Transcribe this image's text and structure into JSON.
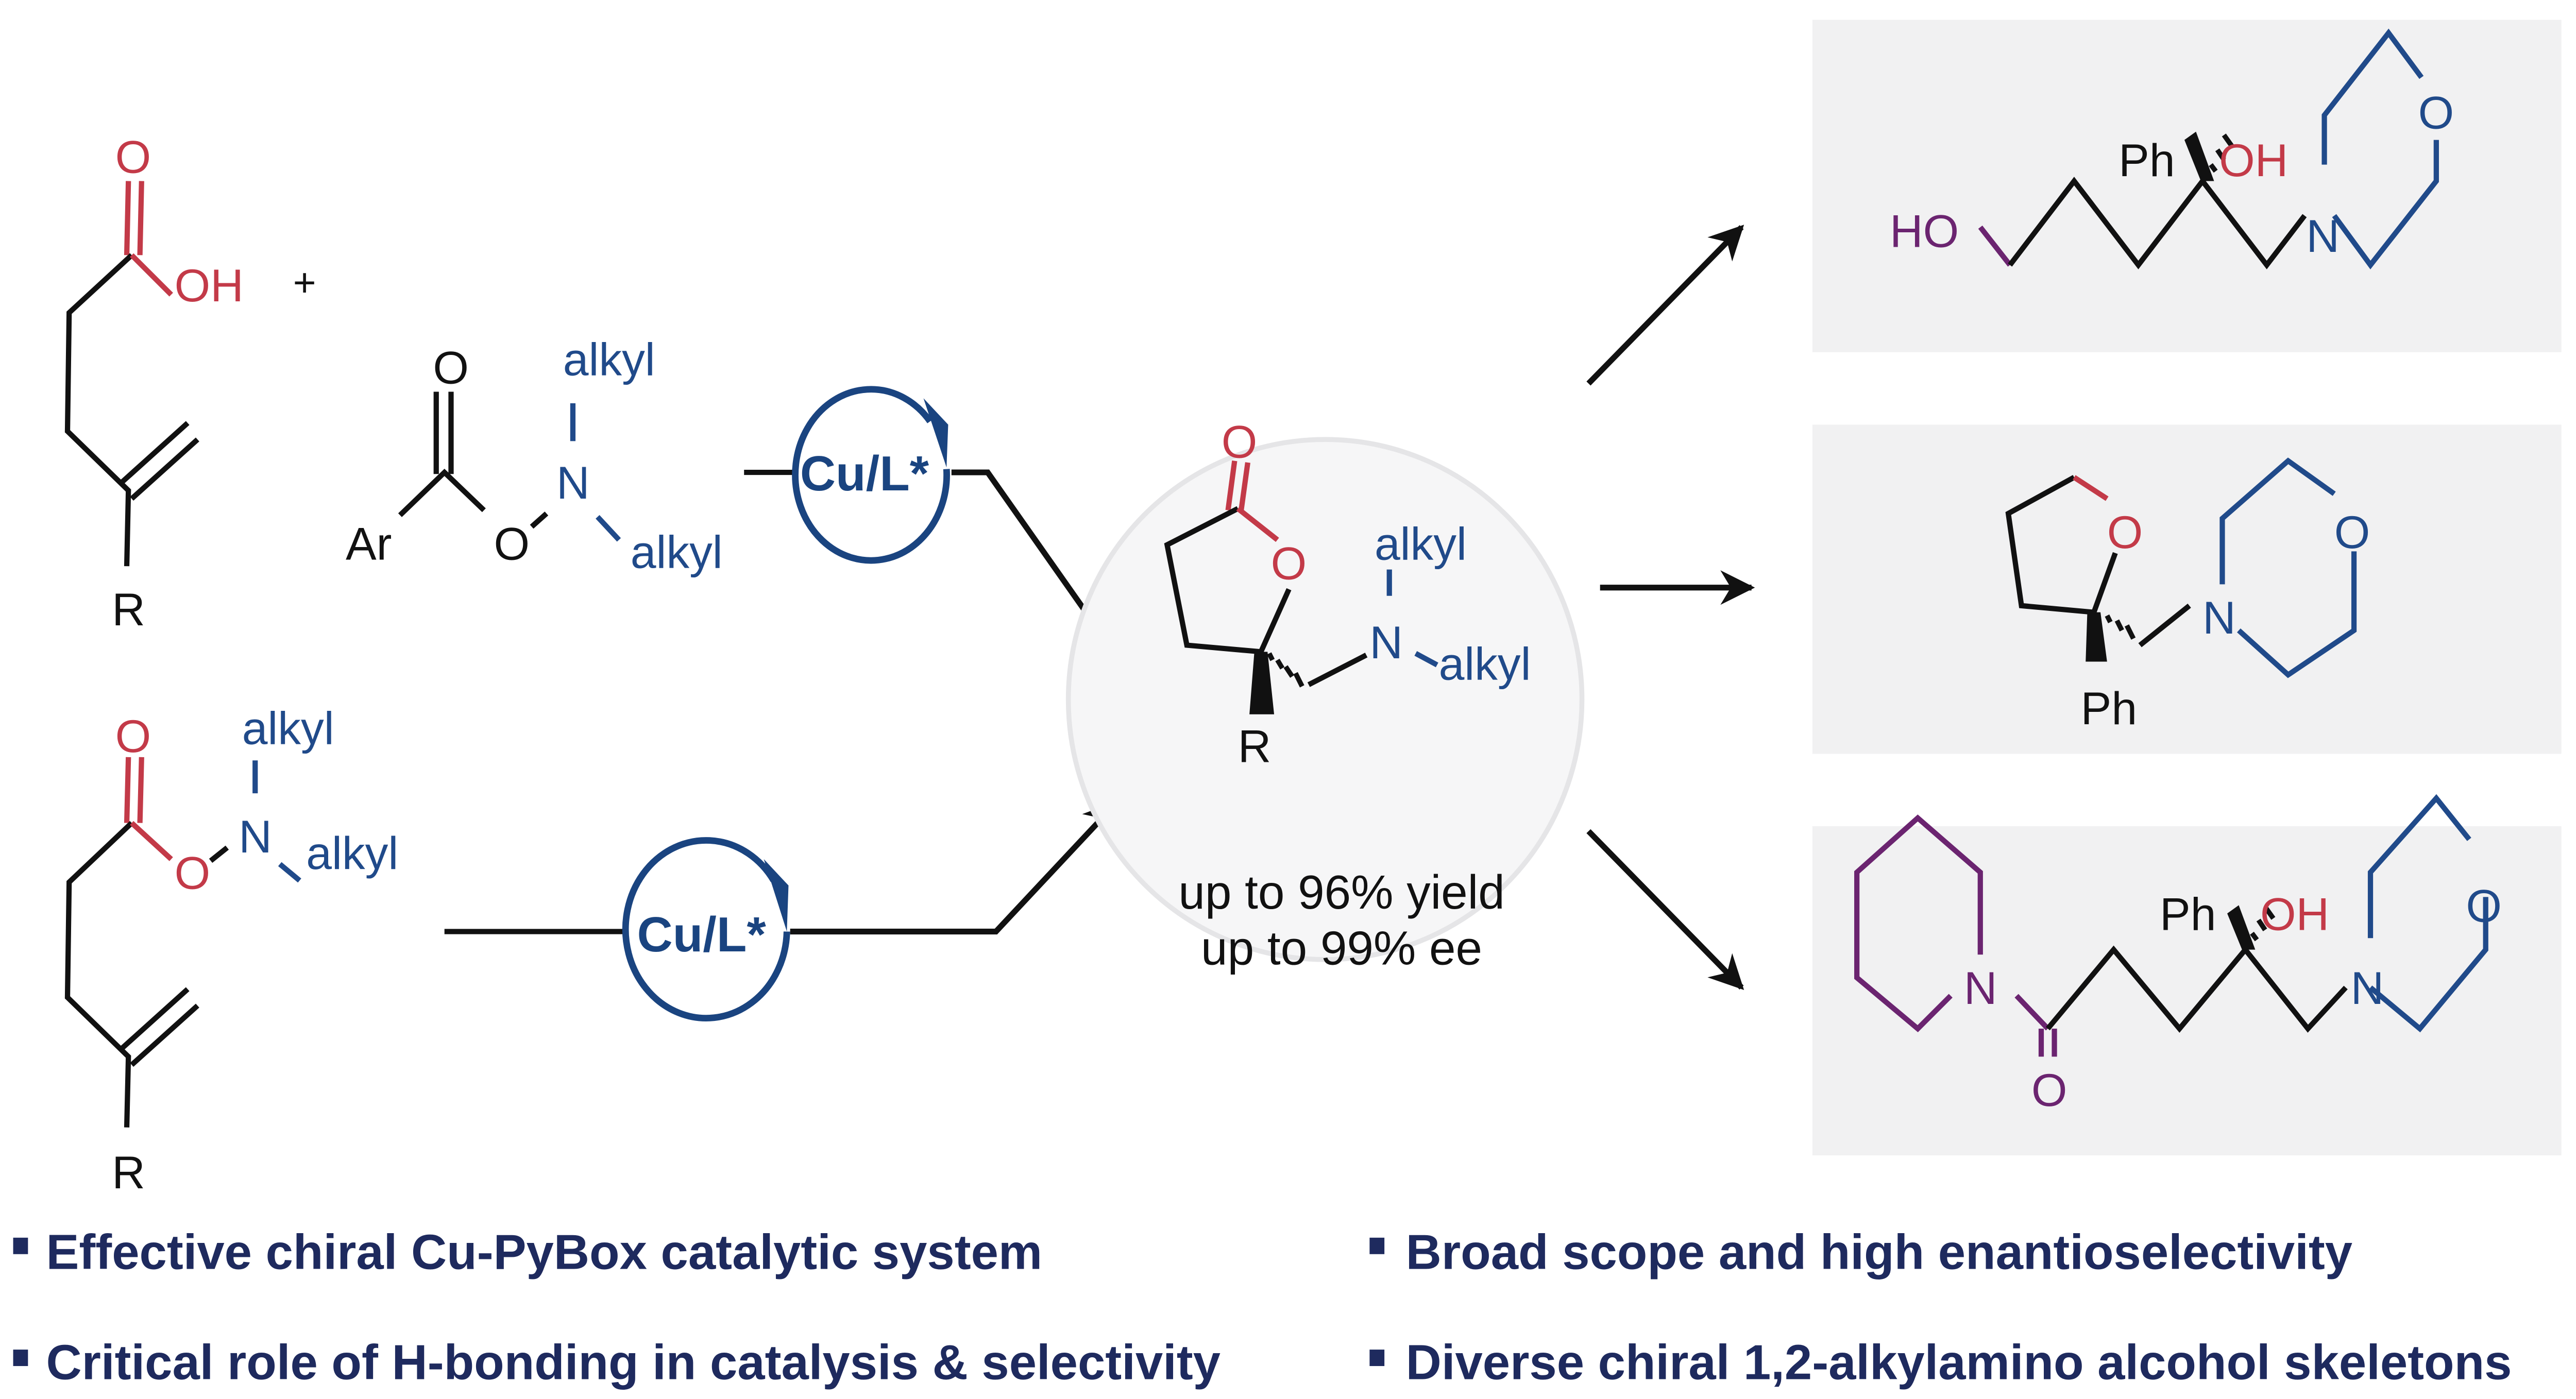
{
  "colors": {
    "oxygen_red": "#c33a48",
    "nitrogen_blue": "#204a8a",
    "purple": "#6b2470",
    "catalyst_blue": "#1a4480",
    "bullet_text": "#1e2a5e",
    "product_box_bg": "#f1f1f2",
    "central_circle_bg": "#f6f6f7"
  },
  "reactants": {
    "top": {
      "acid": {
        "carbonyl_O": "O",
        "hydroxyl": "OH",
        "substituent": "R"
      },
      "plus": "+",
      "reagent": {
        "carbonyl_O": "O",
        "aryl": "Ar",
        "ester_O": "O",
        "nitrogen": "N",
        "alkyl_top": "alkyl",
        "alkyl_bottom": "alkyl"
      }
    },
    "bottom": {
      "carbonyl_O": "O",
      "ester_O": "O",
      "nitrogen": "N",
      "alkyl_top": "alkyl",
      "alkyl_bottom": "alkyl",
      "substituent": "R"
    }
  },
  "catalyst": {
    "top_label": "Cu/L*",
    "bottom_label": "Cu/L*"
  },
  "center_product": {
    "carbonyl_O": "O",
    "ring_O": "O",
    "nitrogen": "N",
    "alkyl_top": "alkyl",
    "alkyl_bottom": "alkyl",
    "substituent": "R",
    "yield_text": "up to 96% yield",
    "ee_text": "up to 99% ee"
  },
  "products": [
    {
      "labels": {
        "hydroxyl_terminal": "HO",
        "phenyl": "Ph",
        "hydroxyl": "OH",
        "nitrogen": "N",
        "morpholine_O": "O"
      }
    },
    {
      "labels": {
        "ring_O": "O",
        "phenyl": "Ph",
        "nitrogen": "N",
        "morpholine_O": "O"
      }
    },
    {
      "labels": {
        "piperidine_N": "N",
        "carbonyl_O": "O",
        "phenyl": "Ph",
        "hydroxyl": "OH",
        "nitrogen": "N",
        "morpholine_O": "O"
      }
    }
  ],
  "highlights": [
    "Effective chiral Cu-PyBox catalytic system",
    "Broad scope and high enantioselectivity",
    "Critical role of H-bonding in catalysis & selectivity",
    "Diverse chiral 1,2-alkylamino alcohol skeletons"
  ]
}
